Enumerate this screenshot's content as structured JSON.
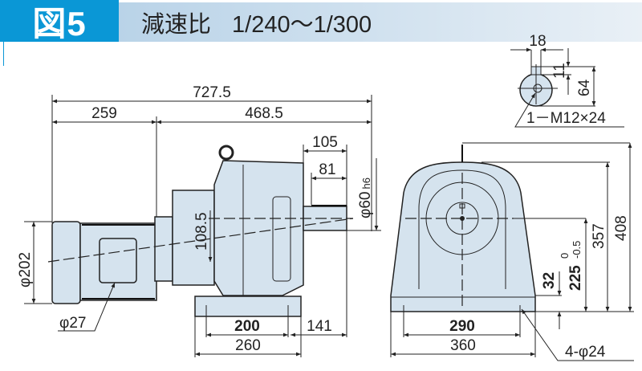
{
  "header": {
    "figure_label": "図5",
    "title": "減速比",
    "ratio": "1/240～1/300"
  },
  "side_view": {
    "overall_length": "727.5",
    "motor_length": "259",
    "reducer_length": "468.5",
    "shaft_length": "105",
    "key_length": "81",
    "shaft_diameter": "φ60",
    "shaft_tolerance": "h6",
    "motor_diameter": "φ202",
    "center_height_offset": "108.5",
    "conduit_diameter": "φ27",
    "foot_hole_pitch": "200",
    "foot_to_shaft_end": "141",
    "foot_length": "260"
  },
  "front_view": {
    "foot_hole_pitch": "290",
    "foot_width": "360",
    "foot_holes": "4-φ24",
    "foot_thickness": "32",
    "shaft_height": "225",
    "shaft_height_tol_upper": "0",
    "shaft_height_tol_lower": "-0.5",
    "housing_height": "357",
    "overall_height": "408"
  },
  "shaft_end_detail": {
    "key_width": "18",
    "key_height": "11",
    "key_to_bottom": "64",
    "tapped_hole": "1－M12×24"
  },
  "colors": {
    "header_blue": "#0a97d6",
    "body_fill": "#d5e3ee"
  }
}
